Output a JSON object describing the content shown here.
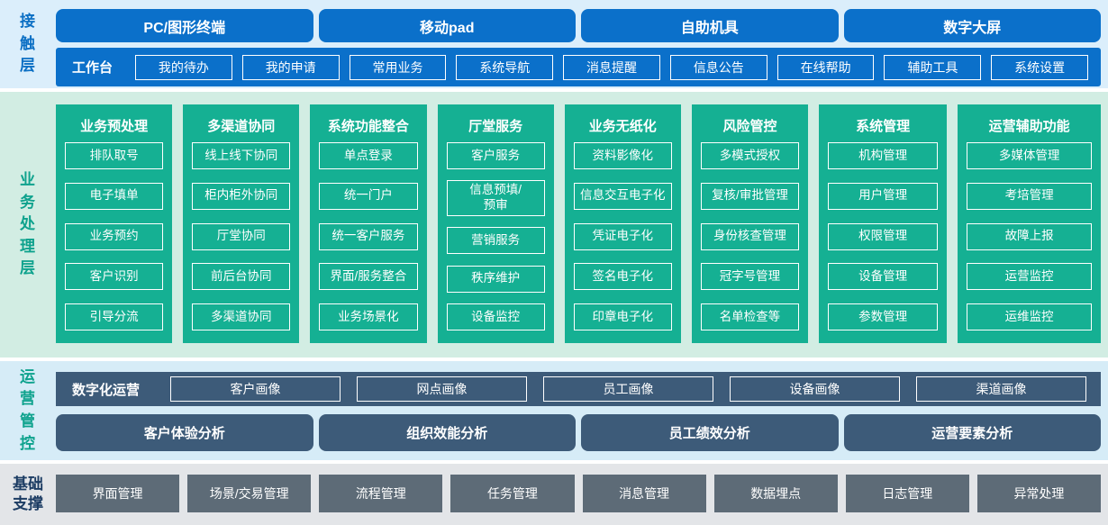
{
  "colors": {
    "blue": "#0b70ca",
    "teal": "#15b093",
    "slate": "#3d5b79",
    "gray": "#5d6b77"
  },
  "contact": {
    "label": "接触层",
    "terminals": [
      "PC/图形终端",
      "移动pad",
      "自助机具",
      "数字大屏"
    ],
    "workbench_label": "工作台",
    "workbench_items": [
      "我的待办",
      "我的申请",
      "常用业务",
      "系统导航",
      "消息提醒",
      "信息公告",
      "在线帮助",
      "辅助工具",
      "系统设置"
    ]
  },
  "business": {
    "label": "业务处理层",
    "columns": [
      {
        "title": "业务预处理",
        "items": [
          "排队取号",
          "电子填单",
          "业务预约",
          "客户识别",
          "引导分流"
        ]
      },
      {
        "title": "多渠道协同",
        "items": [
          "线上线下协同",
          "柜内柜外协同",
          "厅堂协同",
          "前后台协同",
          "多渠道协同"
        ]
      },
      {
        "title": "系统功能整合",
        "items": [
          "单点登录",
          "统一门户",
          "统一客户服务",
          "界面/服务整合",
          "业务场景化"
        ]
      },
      {
        "title": "厅堂服务",
        "items": [
          "客户服务",
          "信息预填/\n预审",
          "营销服务",
          "秩序维护",
          "设备监控"
        ]
      },
      {
        "title": "业务无纸化",
        "items": [
          "资料影像化",
          "信息交互电子化",
          "凭证电子化",
          "签名电子化",
          "印章电子化"
        ]
      },
      {
        "title": "风险管控",
        "items": [
          "多模式授权",
          "复核/审批管理",
          "身份核查管理",
          "冠字号管理",
          "名单检查等"
        ]
      },
      {
        "title": "系统管理",
        "items": [
          "机构管理",
          "用户管理",
          "权限管理",
          "设备管理",
          "参数管理"
        ]
      },
      {
        "title": "运营辅助功能",
        "items": [
          "多媒体管理",
          "考培管理",
          "故障上报",
          "运营监控",
          "运维监控"
        ]
      }
    ]
  },
  "operations": {
    "label": "运营管控",
    "digital_label": "数字化运营",
    "profiles": [
      "客户画像",
      "网点画像",
      "员工画像",
      "设备画像",
      "渠道画像"
    ],
    "analysis": [
      "客户体验分析",
      "组织效能分析",
      "员工绩效分析",
      "运营要素分析"
    ]
  },
  "foundation": {
    "label": "基础支撑",
    "items": [
      "界面管理",
      "场景/交易管理",
      "流程管理",
      "任务管理",
      "消息管理",
      "数据埋点",
      "日志管理",
      "异常处理"
    ]
  }
}
